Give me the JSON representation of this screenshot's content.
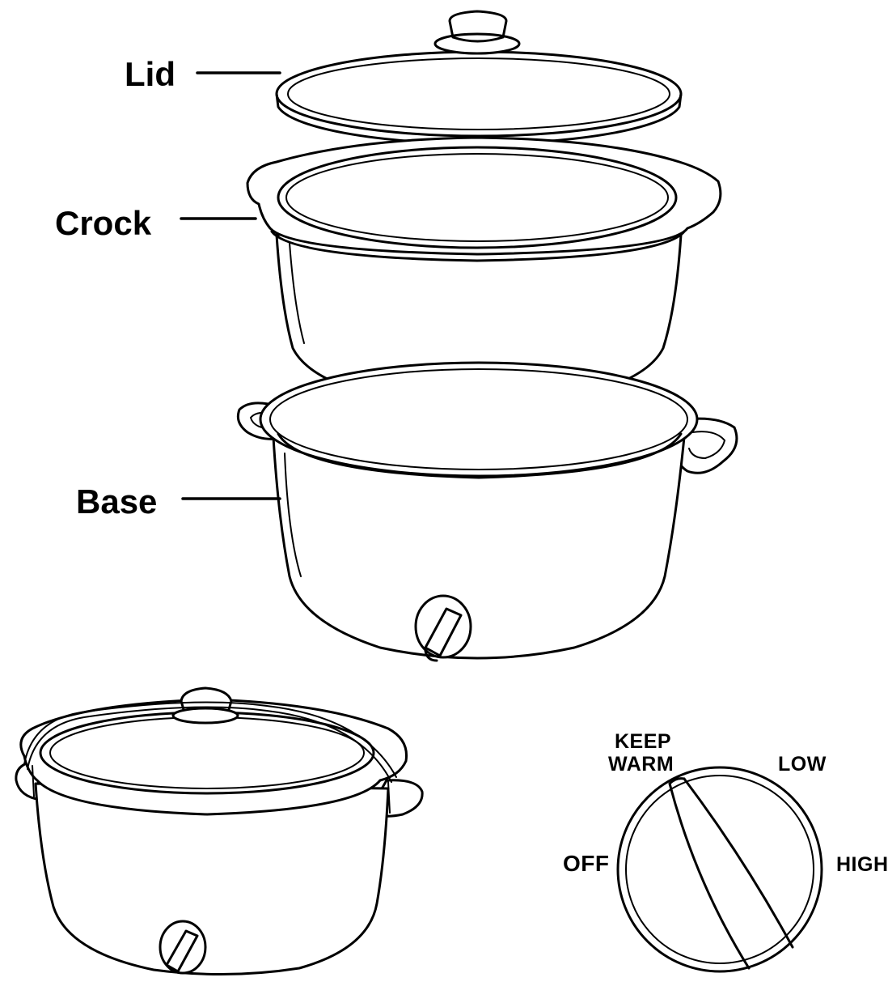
{
  "labels": {
    "lid": "Lid",
    "crock": "Crock",
    "base": "Base"
  },
  "dial": {
    "keep_warm_line1": "KEEP",
    "keep_warm_line2": "WARM",
    "low": "LOW",
    "off": "OFF",
    "high": "HIGH"
  }
}
